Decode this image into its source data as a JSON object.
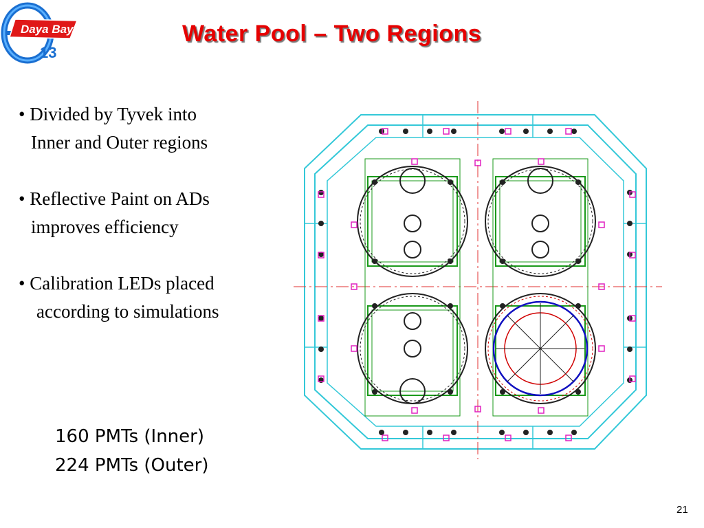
{
  "logo": {
    "text": "Daya Bay",
    "subscript": "13"
  },
  "slide": {
    "title": "Water Pool – Two Regions",
    "page_number": "21"
  },
  "bullets": [
    {
      "marker": "•",
      "line1": "Divided by Tyvek into",
      "line2": "Inner and Outer regions"
    },
    {
      "marker": "•",
      "line1": "Reflective Paint on ADs",
      "line2": "improves efficiency"
    },
    {
      "marker": "•",
      "line1": "Calibration LEDs placed",
      "line2": "according to simulations"
    }
  ],
  "pmts": {
    "inner": "160 PMTs (Inner)",
    "outer": "224 PMTs (Outer)"
  },
  "colors": {
    "title": "#e60000",
    "pool_wall": "#33c8d8",
    "detector": "#1a9a1a",
    "led": "#e020c0",
    "axis": "#e03030",
    "pmt": "#222222",
    "inner_vessel": "#1010c0",
    "inner_core": "#d00000"
  }
}
